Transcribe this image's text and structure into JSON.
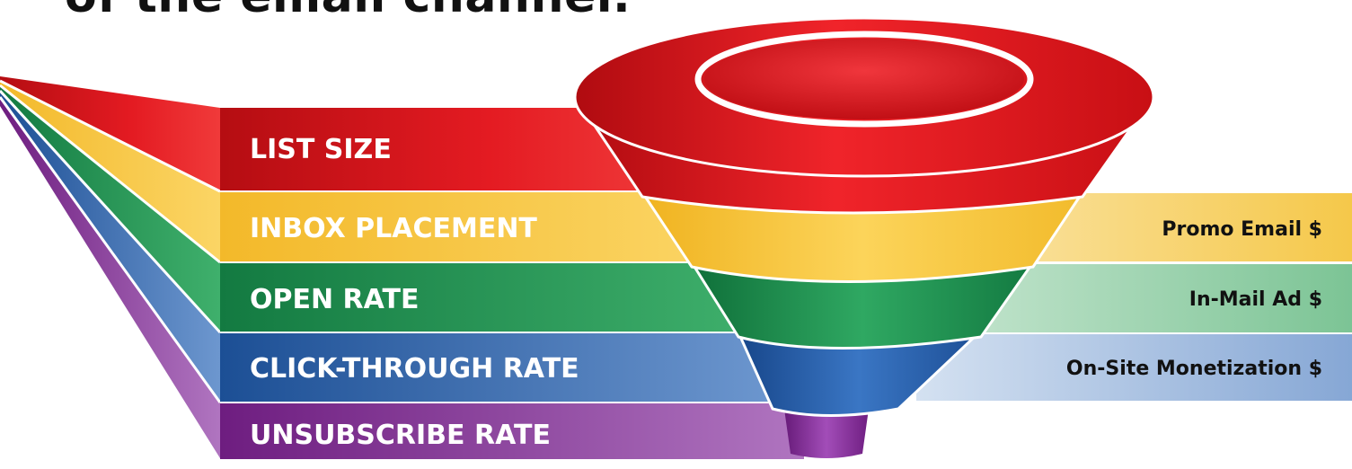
{
  "heading": "of the email channel.",
  "bands": [
    {
      "label": "LIST SIZE",
      "color": "#d7121a"
    },
    {
      "label": "INBOX PLACEMENT",
      "color": "#f6c43d"
    },
    {
      "label": "OPEN RATE",
      "color": "#1f9a56"
    },
    {
      "label": "CLICK-THROUGH RATE",
      "color": "#2b62a8"
    },
    {
      "label": "UNSUBSCRIBE RATE",
      "color": "#8a2a98"
    }
  ],
  "revenue": [
    {
      "label": "Promo Email $",
      "color": "#f8df98"
    },
    {
      "label": "In-Mail Ad $",
      "color": "#9fd2ae"
    },
    {
      "label": "On-Site Monetization $",
      "color": "#a9c2e2"
    }
  ]
}
